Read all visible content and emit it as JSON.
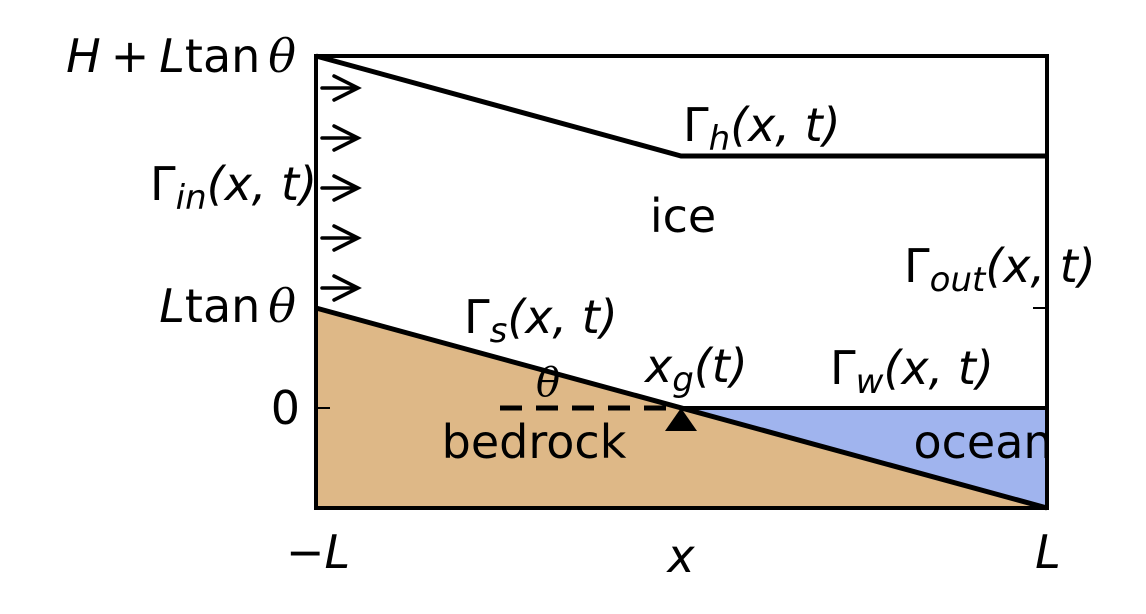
{
  "colors": {
    "bedrock": "#deb887",
    "ocean": "#a0b4ee",
    "ice": "#ffffff",
    "stroke": "#000000"
  },
  "region_labels": {
    "ice": "ice",
    "bedrock": "bedrock",
    "ocean": "ocean"
  },
  "boundaries": {
    "gamma_h": {
      "symbol": "Γ",
      "subscript": "h",
      "args": "(x, t)"
    },
    "gamma_in": {
      "symbol": "Γ",
      "subscript": "in",
      "args": "(x, t)"
    },
    "gamma_out": {
      "symbol": "Γ",
      "subscript": "out",
      "args": "(x, t)"
    },
    "gamma_s": {
      "symbol": "Γ",
      "subscript": "s",
      "args": "(x, t)"
    },
    "gamma_w": {
      "symbol": "Γ",
      "subscript": "w",
      "args": "(x, t)"
    }
  },
  "grounding_line": {
    "symbol": "x",
    "subscript": "g",
    "args": "(t)"
  },
  "angle_label": "θ",
  "y_ticks": {
    "top": {
      "lead": "H",
      "op": "+",
      "mid": "L",
      "fn": "tan",
      "angle": "θ"
    },
    "mid": {
      "lead": "L",
      "fn": "tan",
      "angle": "θ"
    },
    "zero": "0"
  },
  "x_ticks": {
    "left": "−L",
    "center": "x",
    "right": "L"
  },
  "inflow_arrow_icon": "right-arrow-icon",
  "grounding_marker_icon": "triangle-up-icon"
}
